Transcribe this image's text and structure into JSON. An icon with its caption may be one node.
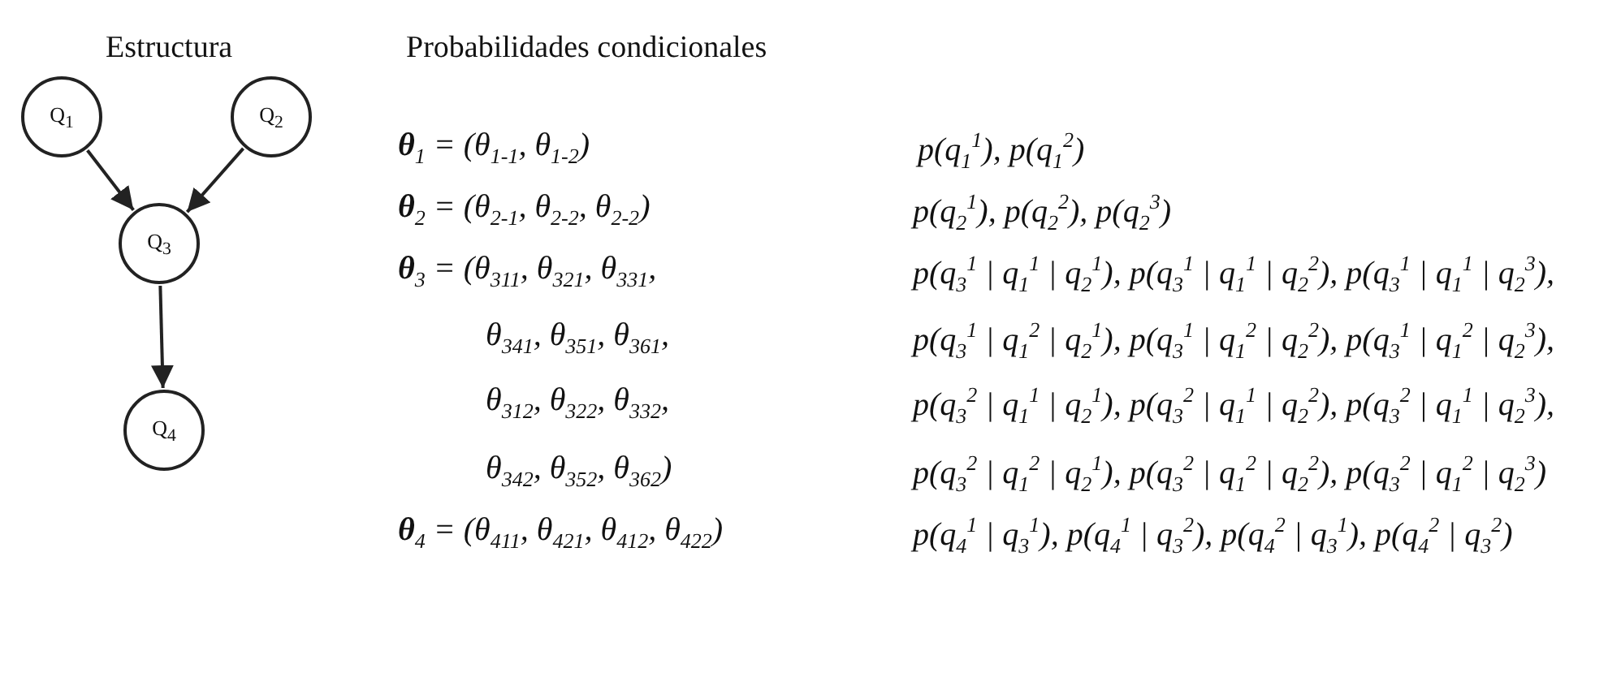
{
  "diagram": {
    "nodes": [
      {
        "text": [
          "Q$_{1}$"
        ]
      },
      {
        "text": [
          "Q$_{2}$"
        ]
      },
      {
        "text": [
          "Q$_{3}$"
        ]
      },
      {
        "text": [
          "Q$_{4}$"
        ]
      }
    ],
    "edges": [
      {
        "from": 0,
        "to": 2,
        "arrow": "to"
      },
      {
        "from": 1,
        "to": 2,
        "arrow": "to"
      },
      {
        "from": 2,
        "to": 3,
        "arrow": "to"
      }
    ],
    "labels": [
      "Estructura",
      "Probabilidades condicionales",
      "**θ**$_{1}$ = (θ$_{1-1}$, θ$_{1-2}$)",
      "p(q$_{1}$$^{1}$), p(q$_{1}$$^{2}$)",
      "**θ**$_{2}$ = (θ$_{2-1}$, θ$_{2-2}$, θ$_{2-2}$)",
      "p(q$_{2}$$^{1}$), p(q$_{2}$$^{2}$), p(q$_{2}$$^{3}$)",
      "**θ**$_{3}$ = (θ$_{311}$, θ$_{321}$, θ$_{331}$,",
      "p(q$_{3}$$^{1}$ | q$_{1}$$^{1}$ | q$_{2}$$^{1}$), p(q$_{3}$$^{1}$ | q$_{1}$$^{1}$ | q$_{2}$$^{2}$), p(q$_{3}$$^{1}$ | q$_{1}$$^{1}$ | q$_{2}$$^{3}$),",
      "θ$_{341}$, θ$_{351}$, θ$_{361}$,",
      "p(q$_{3}$$^{1}$ | q$_{1}$$^{2}$ | q$_{2}$$^{1}$), p(q$_{3}$$^{1}$ | q$_{1}$$^{2}$ | q$_{2}$$^{2}$), p(q$_{3}$$^{1}$ | q$_{1}$$^{2}$ | q$_{2}$$^{3}$),",
      "θ$_{312}$, θ$_{322}$, θ$_{332}$,",
      "p(q$_{3}$$^{2}$ | q$_{1}$$^{1}$ | q$_{2}$$^{1}$), p(q$_{3}$$^{2}$ | q$_{1}$$^{1}$ | q$_{2}$$^{2}$), p(q$_{3}$$^{2}$ | q$_{1}$$^{1}$ | q$_{2}$$^{3}$),",
      "θ$_{342}$, θ$_{352}$, θ$_{362}$)",
      "p(q$_{3}$$^{2}$ | q$_{1}$$^{2}$ | q$_{2}$$^{1}$), p(q$_{3}$$^{2}$ | q$_{1}$$^{2}$ | q$_{2}$$^{2}$), p(q$_{3}$$^{2}$ | q$_{1}$$^{2}$ | q$_{2}$$^{3}$)",
      "**θ**$_{4}$ = (θ$_{411}$, θ$_{421}$, θ$_{412}$, θ$_{422}$)",
      "p(q$_{4}$$^{1}$ | q$_{3}$$^{1}$), p(q$_{4}$$^{1}$ | q$_{3}$$^{2}$), p(q$_{4}$$^{2}$ | q$_{3}$$^{1}$), p(q$_{4}$$^{2}$ | q$_{3}$$^{2}$)"
    ]
  }
}
